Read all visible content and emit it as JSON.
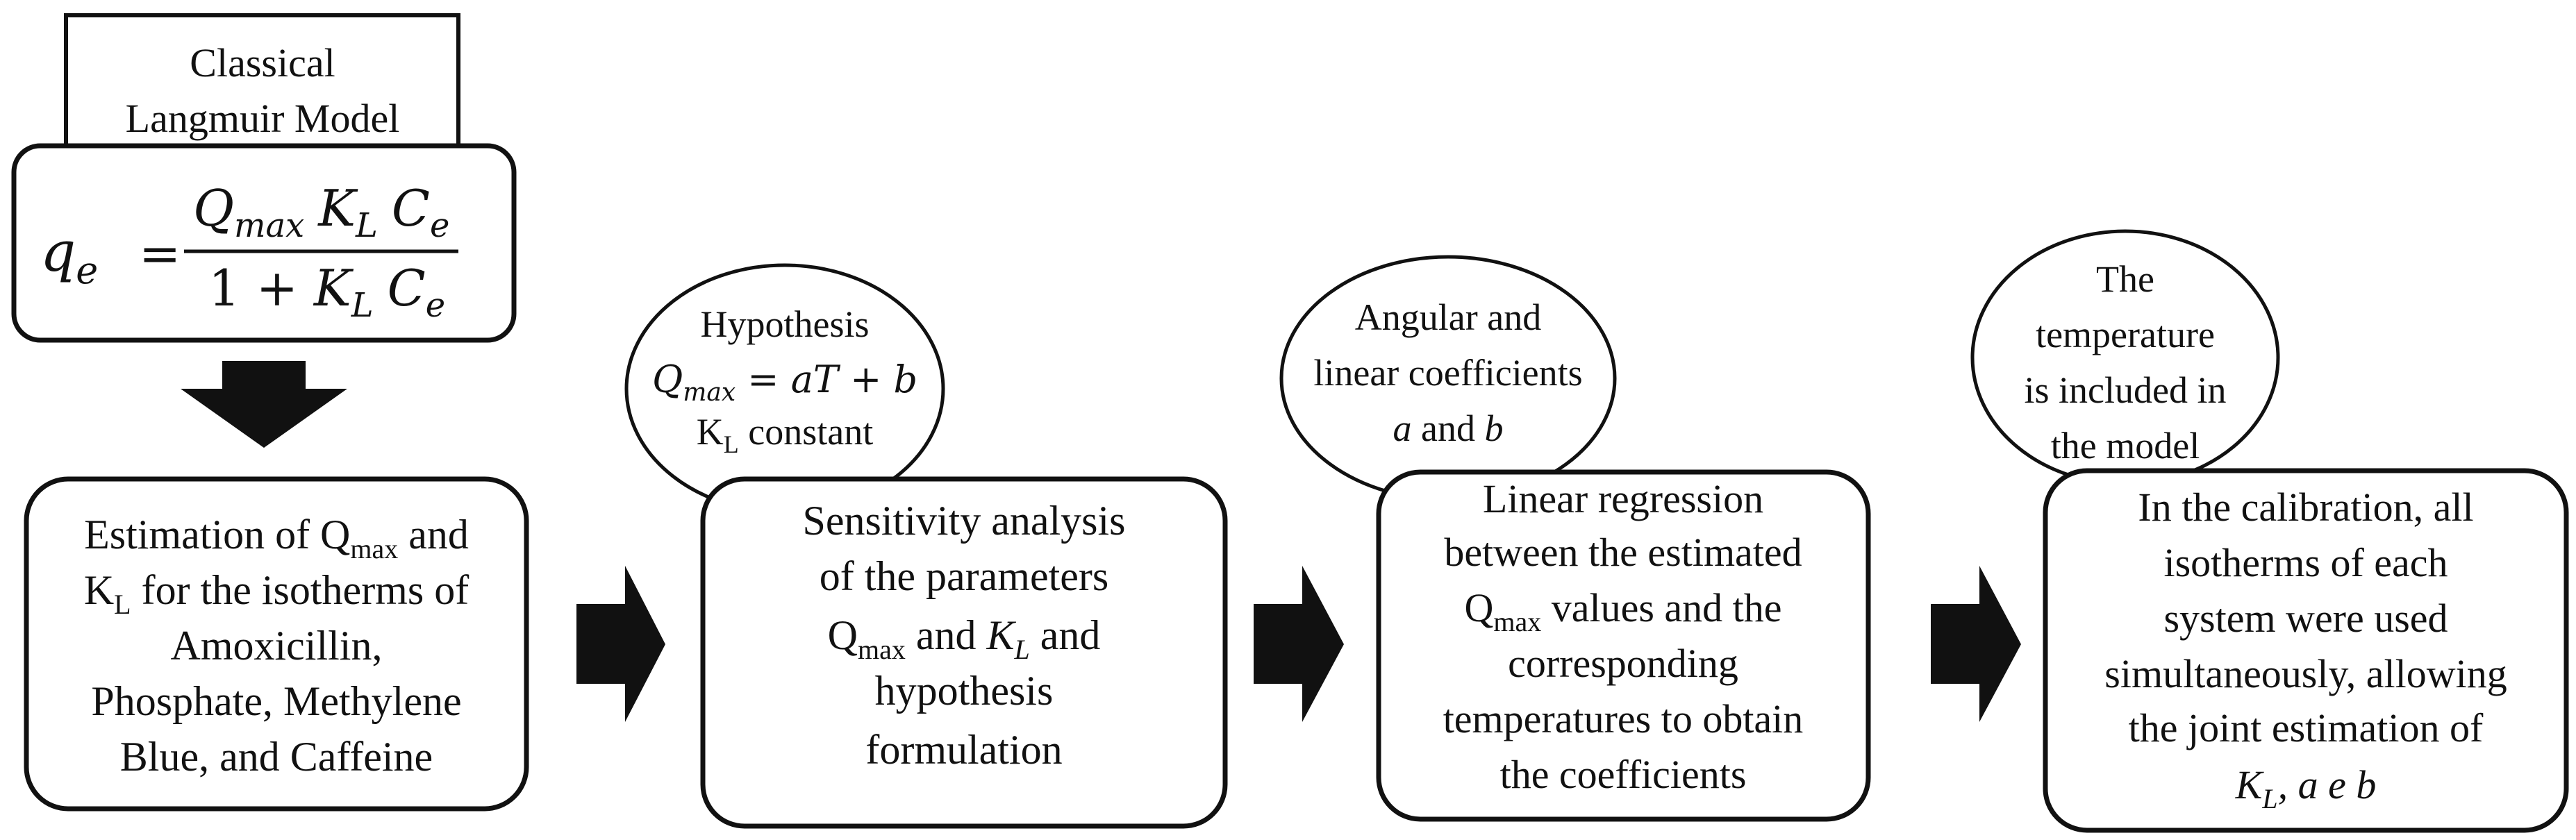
{
  "header_box": {
    "line1": "Classical",
    "line2": "Langmuir Model"
  },
  "equation_box": {
    "lhs": "q",
    "lhs_sub": "e",
    "equals": "=",
    "numerator": "Q",
    "numerator_sub": "max",
    "num_k": "K",
    "num_k_sub": "L",
    "num_c": "C",
    "num_c_sub": "e",
    "denominator_one": "1 + ",
    "den_k": "K",
    "den_k_sub": "L",
    "den_c": "C",
    "den_c_sub": "e"
  },
  "step1": {
    "l1a": "Estimation of Q",
    "l1sub": "max",
    "l1b": " and",
    "l2a": "K",
    "l2sub": "L",
    "l2b": " for the isotherms of",
    "l3": "Amoxicillin,",
    "l4": "Phosphate, Methylene",
    "l5": "Blue, and Caffeine"
  },
  "bubble1": {
    "l1": "Hypothesis",
    "eq_q": "Q",
    "eq_sub": "max",
    "eq_rest": " = aT + b",
    "l3a": "K",
    "l3sub": "L",
    "l3b": " constant"
  },
  "step2": {
    "l1": "Sensitivity analysis",
    "l2": "of the parameters",
    "l3a": "Q",
    "l3sub": "max",
    "l3b": " and ",
    "l3k": "K",
    "l3ksub": "L",
    "l3c": " and",
    "l4": "hypothesis",
    "l5": "formulation"
  },
  "bubble2": {
    "l1": "Angular and",
    "l2": "linear coefficients",
    "l3a": "a",
    "l3b": " and ",
    "l3c": "b"
  },
  "step3": {
    "l1": "Linear regression",
    "l2": "between the estimated",
    "l3a": "Q",
    "l3sub": "max",
    "l3b": " values and the",
    "l4": "corresponding",
    "l5": "temperatures to obtain",
    "l6": "the coefficients"
  },
  "bubble3": {
    "l1": "The",
    "l2": "temperature",
    "l3": "is included in",
    "l4": "the model"
  },
  "step4": {
    "l1": "In the calibration, all",
    "l2": "isotherms of each",
    "l3": "system were used",
    "l4": "simultaneously, allowing",
    "l5": "the joint estimation of",
    "l6a": "K",
    "l6sub": "L",
    "l6b": ", a e b"
  }
}
